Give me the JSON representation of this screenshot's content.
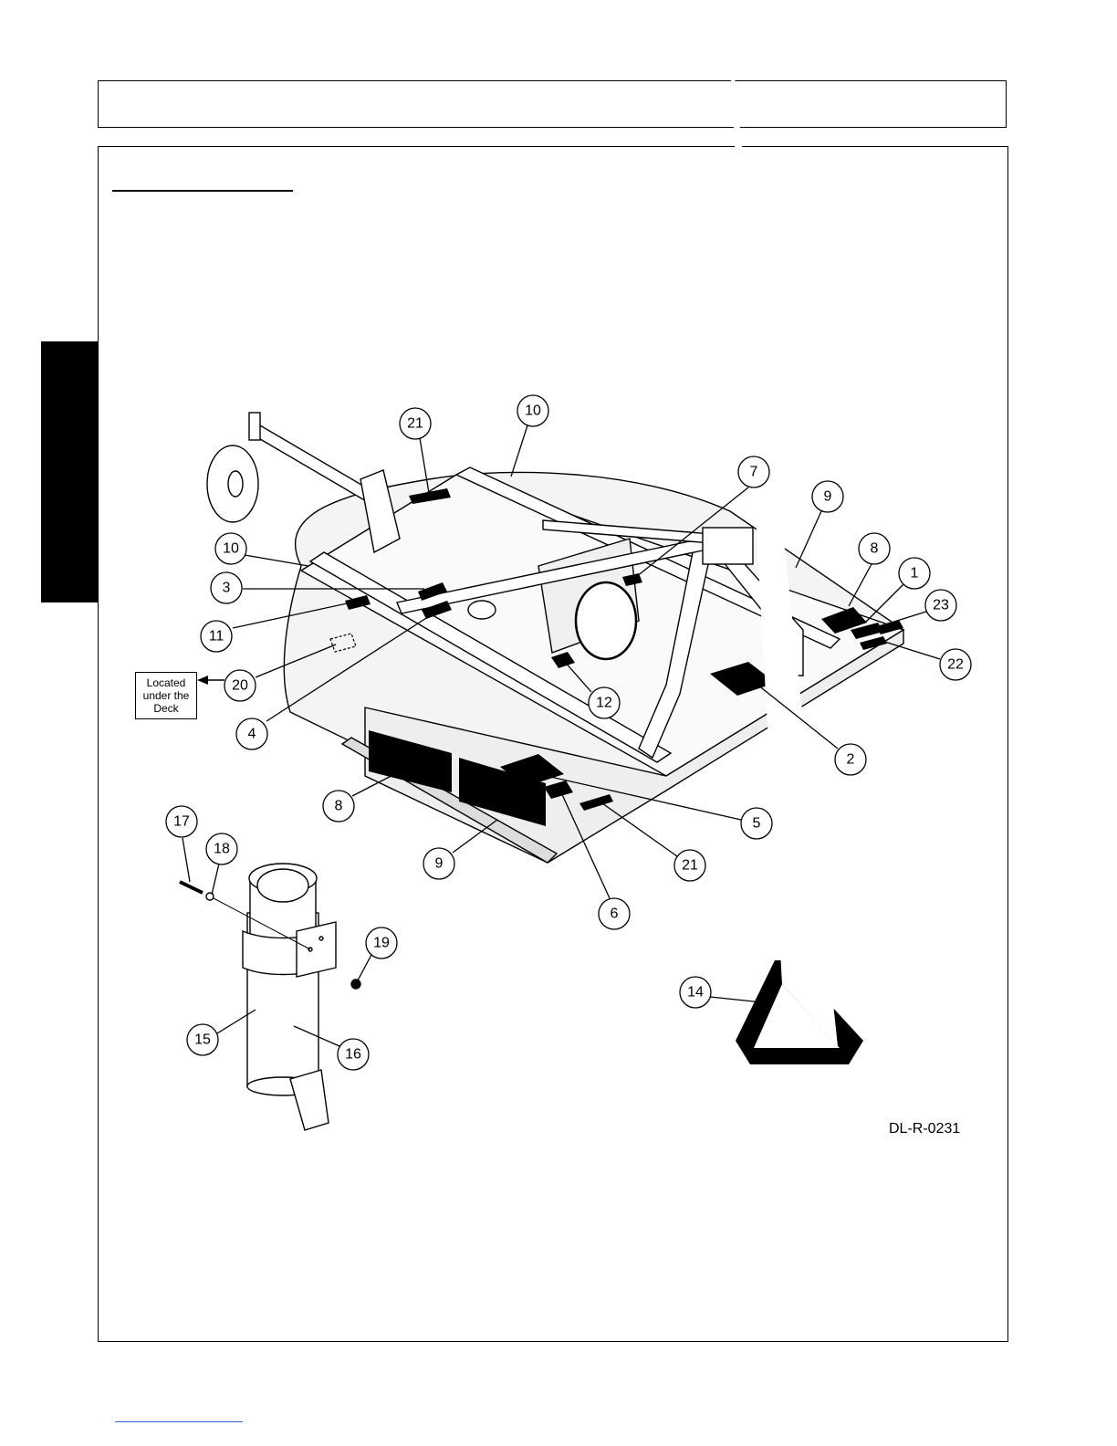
{
  "note": {
    "lines": [
      "Located",
      "under the",
      "Deck"
    ]
  },
  "drawing_id": "DL-R-0231",
  "callouts": [
    {
      "key": "c21a",
      "label": "21"
    },
    {
      "key": "c10a",
      "label": "10"
    },
    {
      "key": "c7",
      "label": "7"
    },
    {
      "key": "c9a",
      "label": "9"
    },
    {
      "key": "c8a",
      "label": "8"
    },
    {
      "key": "c1",
      "label": "1"
    },
    {
      "key": "c23",
      "label": "23"
    },
    {
      "key": "c22",
      "label": "22"
    },
    {
      "key": "c10b",
      "label": "10"
    },
    {
      "key": "c3",
      "label": "3"
    },
    {
      "key": "c11",
      "label": "11"
    },
    {
      "key": "c20",
      "label": "20"
    },
    {
      "key": "c4",
      "label": "4"
    },
    {
      "key": "c12",
      "label": "12"
    },
    {
      "key": "c2",
      "label": "2"
    },
    {
      "key": "c5",
      "label": "5"
    },
    {
      "key": "c8b",
      "label": "8"
    },
    {
      "key": "c9b",
      "label": "9"
    },
    {
      "key": "c21b",
      "label": "21"
    },
    {
      "key": "c6",
      "label": "6"
    },
    {
      "key": "c17",
      "label": "17"
    },
    {
      "key": "c18",
      "label": "18"
    },
    {
      "key": "c19",
      "label": "19"
    },
    {
      "key": "c15",
      "label": "15"
    },
    {
      "key": "c16",
      "label": "16"
    },
    {
      "key": "c14",
      "label": "14"
    }
  ]
}
